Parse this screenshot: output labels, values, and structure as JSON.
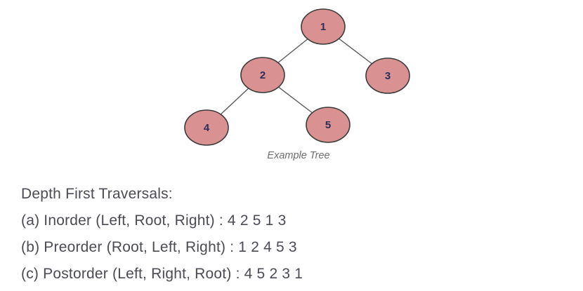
{
  "tree": {
    "caption": "Example Tree",
    "nodes": [
      {
        "label": "1"
      },
      {
        "label": "2"
      },
      {
        "label": "3"
      },
      {
        "label": "4"
      },
      {
        "label": "5"
      }
    ],
    "edges": [
      {
        "from": "1",
        "to": "2"
      },
      {
        "from": "1",
        "to": "3"
      },
      {
        "from": "2",
        "to": "4"
      },
      {
        "from": "2",
        "to": "5"
      }
    ],
    "colors": {
      "node_fill": "#d99191",
      "node_border": "#3b3b3b",
      "node_text": "#2d2d5a",
      "edge": "#5a5a5a",
      "caption_text": "#6d6d6d",
      "body_text": "#4b4b55"
    }
  },
  "traversals": {
    "title": "Depth First Traversals:",
    "items": [
      "(a) Inorder (Left, Root, Right) : 4 2 5 1 3",
      "(b) Preorder (Root, Left, Right) : 1 2 4 5 3",
      "(c) Postorder (Left, Right, Root) : 4 5 2 3 1"
    ]
  }
}
